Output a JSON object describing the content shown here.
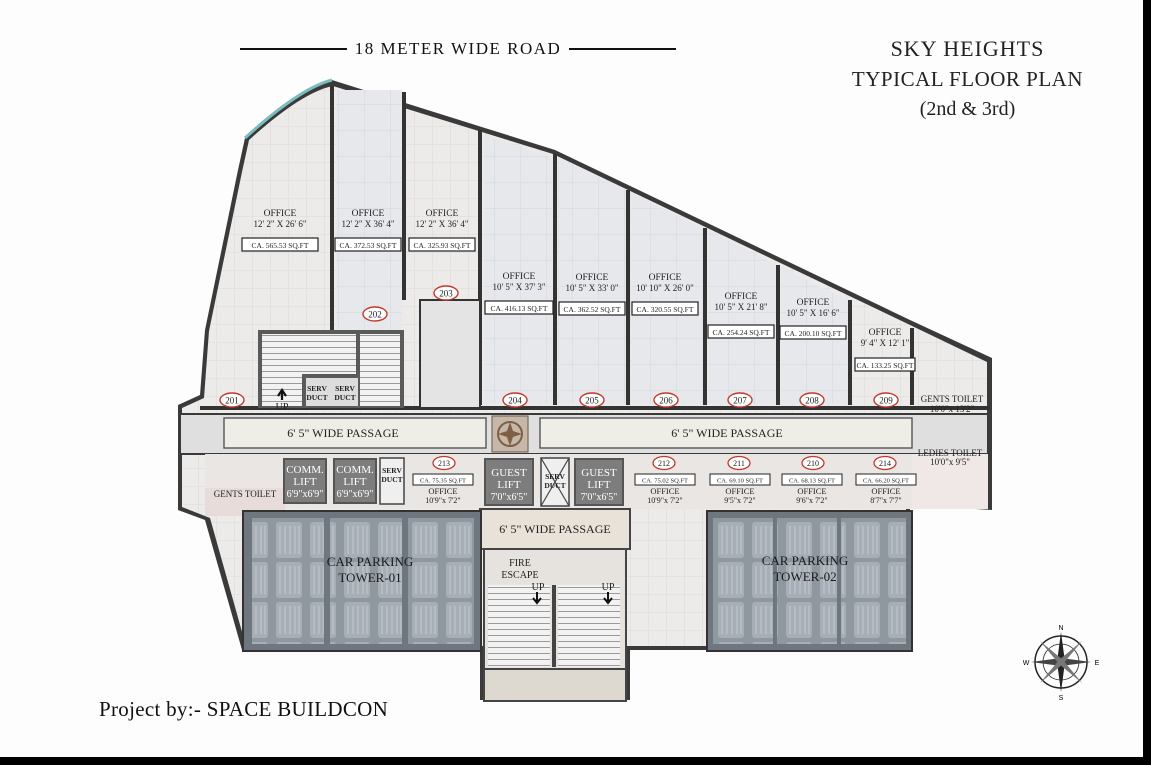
{
  "road": "18 METER WIDE ROAD",
  "title": {
    "line1": "SKY HEIGHTS",
    "line2": "TYPICAL FLOOR PLAN",
    "line3": "(2nd & 3rd)"
  },
  "project": "Project by:- SPACE BUILDCON",
  "offices": [
    {
      "no": "201",
      "name": "OFFICE",
      "size": "12' 2\" X 26' 6\"",
      "area": "CA. 565.53 SQ.FT"
    },
    {
      "no": "202",
      "name": "OFFICE",
      "size": "12' 2\" X 36' 4\"",
      "area": "CA. 372.53 SQ.FT"
    },
    {
      "no": "203",
      "name": "OFFICE",
      "size": "12' 2\" X 36' 4\"",
      "area": "CA. 325.93 SQ.FT"
    },
    {
      "no": "204",
      "name": "OFFICE",
      "size": "10' 5\" X 37' 3\"",
      "area": "CA. 416.13 SQ.FT"
    },
    {
      "no": "205",
      "name": "OFFICE",
      "size": "10' 5\" X 33' 0\"",
      "area": "CA. 362.52 SQ.FT"
    },
    {
      "no": "206",
      "name": "OFFICE",
      "size": "10' 10\" X 26' 0\"",
      "area": "CA. 320.55 SQ.FT"
    },
    {
      "no": "207",
      "name": "OFFICE",
      "size": "10' 5\" X 21' 8\"",
      "area": "CA. 254.24 SQ.FT"
    },
    {
      "no": "208",
      "name": "OFFICE",
      "size": "10' 5\" X 16' 6\"",
      "area": "CA. 200.10 SQ.FT"
    },
    {
      "no": "209",
      "name": "OFFICE",
      "size": "9' 4\" X 12' 1\"",
      "area": "CA. 133.25 SQ.FT"
    }
  ],
  "small_offices": [
    {
      "no": "213",
      "name": "OFFICE",
      "size": "10'9\"x 7'2\"",
      "area": "CA. 75.35 SQ.FT"
    },
    {
      "no": "212",
      "name": "OFFICE",
      "size": "10'9\"x 7'2\"",
      "area": "CA. 75.02 SQ.FT"
    },
    {
      "no": "211",
      "name": "OFFICE",
      "size": "9'5\"x 7'2\"",
      "area": "CA. 69.10 SQ.FT"
    },
    {
      "no": "210",
      "name": "OFFICE",
      "size": "9'6\"x 7'2\"",
      "area": "CA. 68.13 SQ.FT"
    },
    {
      "no": "214",
      "name": "OFFICE",
      "size": "8'7\"x 7'7\"",
      "area": "CA. 66.20 SQ.FT"
    }
  ],
  "passage": "6' 5\" WIDE PASSAGE",
  "comm_lift": {
    "line1": "COMM.",
    "line2": "LIFT",
    "line3": "6'9\"x6'9\""
  },
  "guest_lift": {
    "line1": "GUEST",
    "line2": "LIFT",
    "line3": "7'0\"x6'5\""
  },
  "serv_duct": {
    "line1": "SERV",
    "line2": "DUCT"
  },
  "up": "UP",
  "fire_escape": {
    "line1": "FIRE",
    "line2": "ESCAPE"
  },
  "gents_toilet": "GENTS TOILET",
  "gents_toilet_r": {
    "name": "GENTS TOILET",
    "size": "10'0\"x 13'2\""
  },
  "ladies_toilet": {
    "name": "LEDIES TOILET",
    "size": "10'0\"x 9'5\""
  },
  "parking1": {
    "line1": "CAR PARKING",
    "line2": "TOWER-01"
  },
  "parking2": {
    "line1": "CAR PARKING",
    "line2": "TOWER-02"
  },
  "compass": {
    "n": "N",
    "s": "S",
    "e": "E",
    "w": "W"
  }
}
